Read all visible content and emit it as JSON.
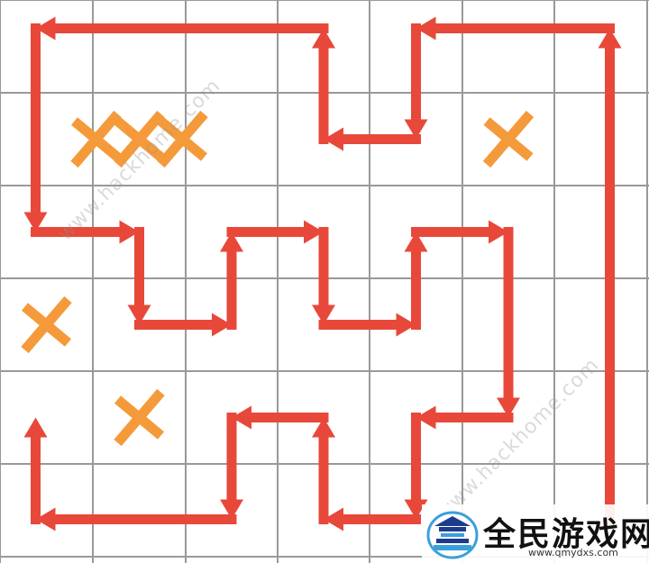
{
  "puzzle": {
    "grid": {
      "cols": 7,
      "rows": 6,
      "line_color": "#999999"
    },
    "path_color": "#e8483a",
    "blocked_color": "#f59a3a",
    "blocked_cells": [
      {
        "col": 1,
        "row": 1,
        "marks": 3
      },
      {
        "col": 5,
        "row": 1,
        "marks": 1
      },
      {
        "col": 0,
        "row": 3,
        "marks": 1
      },
      {
        "col": 1,
        "row": 4,
        "marks": 1
      }
    ],
    "path_cells": [
      [
        6,
        5
      ],
      [
        6,
        0
      ],
      [
        4,
        0
      ],
      [
        4,
        1
      ],
      [
        3,
        1
      ],
      [
        3,
        0
      ],
      [
        0,
        0
      ],
      [
        0,
        2
      ],
      [
        1,
        2
      ],
      [
        1,
        3
      ],
      [
        2,
        3
      ],
      [
        2,
        2
      ],
      [
        3,
        2
      ],
      [
        3,
        3
      ],
      [
        4,
        3
      ],
      [
        4,
        2
      ],
      [
        5,
        2
      ],
      [
        5,
        4
      ],
      [
        4,
        4
      ],
      [
        4,
        5
      ],
      [
        3,
        5
      ],
      [
        3,
        4
      ],
      [
        2,
        4
      ],
      [
        2,
        5
      ],
      [
        0,
        5
      ],
      [
        0,
        4
      ]
    ]
  },
  "watermarks": [
    "www.hackhome.com",
    "www.hackhome.com"
  ],
  "logo": {
    "title": "全民游戏网",
    "url": "www.qmydxs.com",
    "icon": "temple-icon"
  }
}
